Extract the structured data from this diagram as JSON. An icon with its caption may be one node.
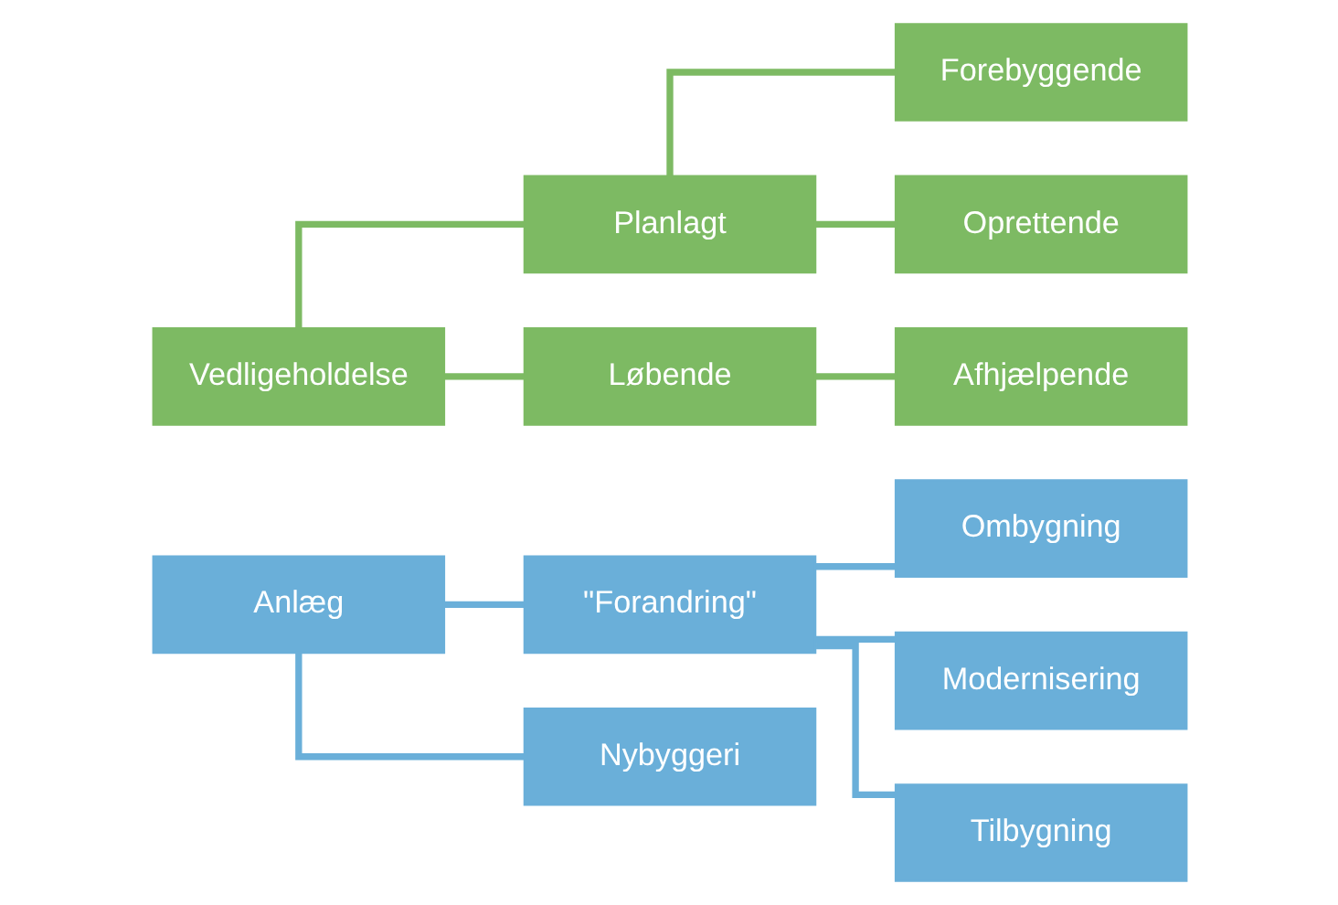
{
  "diagram": {
    "nodes": [
      {
        "text": [
          "Vedligeholdelse"
        ]
      },
      {
        "text": [
          "Planlagt"
        ]
      },
      {
        "text": [
          "Løbende"
        ]
      },
      {
        "text": [
          "Forebyggende"
        ]
      },
      {
        "text": [
          "Oprettende"
        ]
      },
      {
        "text": [
          "Afhjælpende"
        ]
      },
      {
        "text": [
          "Anlæg"
        ]
      },
      {
        "text": [
          "\"Forandring\""
        ]
      },
      {
        "text": [
          "Nybyggeri"
        ]
      },
      {
        "text": [
          "Ombygning"
        ]
      },
      {
        "text": [
          "Modernisering"
        ]
      },
      {
        "text": [
          "Tilbygning"
        ]
      }
    ],
    "edges": [
      {
        "from": 0,
        "to": 1,
        "arrow": "none",
        "color": "#7dba63"
      },
      {
        "from": 0,
        "to": 2,
        "arrow": "none",
        "color": "#7dba63"
      },
      {
        "from": 1,
        "to": 3,
        "arrow": "none",
        "color": "#7dba63"
      },
      {
        "from": 1,
        "to": 4,
        "arrow": "none",
        "color": "#7dba63"
      },
      {
        "from": 2,
        "to": 5,
        "arrow": "none",
        "color": "#7dba63"
      },
      {
        "from": 6,
        "to": 7,
        "arrow": "none",
        "color": "#6aafd9"
      },
      {
        "from": 6,
        "to": 8,
        "arrow": "none",
        "color": "#6aafd9"
      },
      {
        "from": 7,
        "to": 9,
        "arrow": "none",
        "color": "#6aafd9"
      },
      {
        "from": 7,
        "to": 10,
        "arrow": "none",
        "color": "#6aafd9"
      },
      {
        "from": 7,
        "to": 11,
        "arrow": "none",
        "color": "#6aafd9"
      }
    ]
  }
}
